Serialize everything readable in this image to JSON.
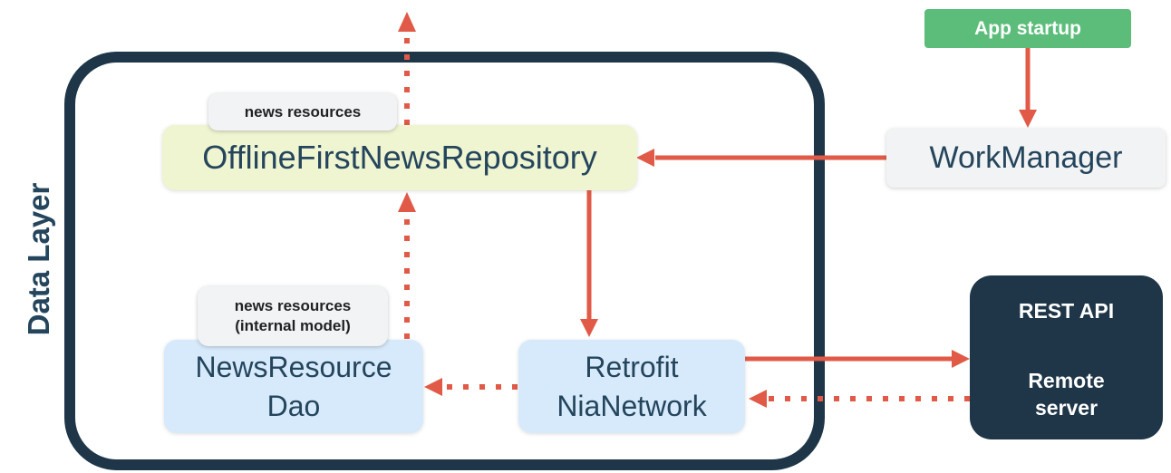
{
  "colors": {
    "navy": "#1E3648",
    "text_navy": "#24455C",
    "arrow": "#E05A47",
    "green": "#5CBD7B",
    "yellow_bg": "#EFF4D1",
    "blue_bg": "#D7EAFB",
    "gray_bg": "#F1F3F4",
    "label_text": "#1F2123"
  },
  "frame": {
    "label": "Data Layer"
  },
  "nodes": {
    "app_startup": {
      "label": "App startup"
    },
    "work_manager": {
      "label": "WorkManager"
    },
    "repository": {
      "label": "OfflineFirstNewsRepository"
    },
    "repository_badge": {
      "label": "news resources"
    },
    "dao": {
      "line1": "NewsResource",
      "line2": "Dao"
    },
    "dao_badge": {
      "line1": "news resources",
      "line2": "(internal model)"
    },
    "network": {
      "line1": "Retrofit",
      "line2": "NiaNetwork"
    },
    "remote": {
      "title": "REST API",
      "line1": "Remote",
      "line2": "server"
    }
  },
  "edges": [
    {
      "from": "App startup",
      "to": "WorkManager",
      "style": "solid"
    },
    {
      "from": "WorkManager",
      "to": "OfflineFirstNewsRepository",
      "style": "solid"
    },
    {
      "from": "OfflineFirstNewsRepository",
      "to": "Retrofit NiaNetwork",
      "style": "solid"
    },
    {
      "from": "Retrofit NiaNetwork",
      "to": "REST API Remote server",
      "style": "solid"
    },
    {
      "from": "REST API Remote server",
      "to": "Retrofit NiaNetwork",
      "style": "dotted"
    },
    {
      "from": "Retrofit NiaNetwork",
      "to": "NewsResource Dao",
      "style": "dotted"
    },
    {
      "from": "NewsResource Dao",
      "to": "OfflineFirstNewsRepository",
      "style": "dotted"
    },
    {
      "from": "OfflineFirstNewsRepository",
      "to": "offscreen-top",
      "style": "dotted"
    }
  ]
}
